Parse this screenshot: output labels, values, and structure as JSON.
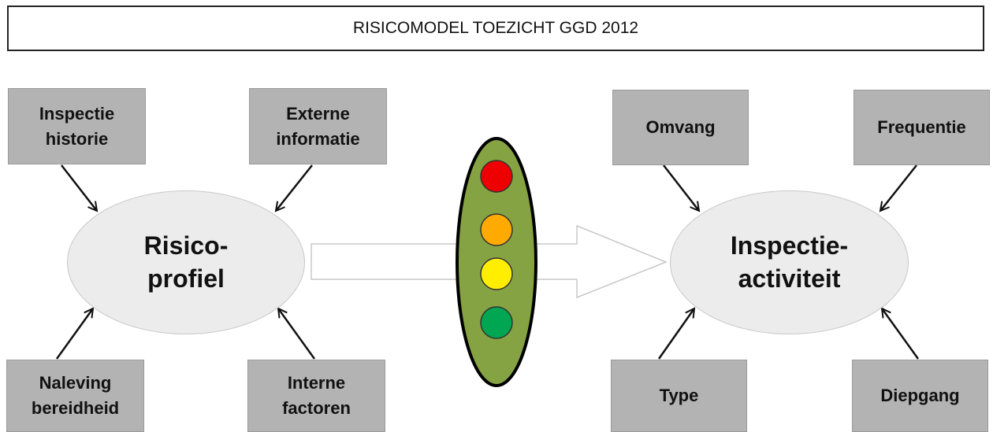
{
  "title": "RISICOMODEL TOEZICHT GGD 2012",
  "left_center": {
    "line1": "Risico-",
    "line2": "profiel"
  },
  "right_center": {
    "line1": "Inspectie-",
    "line2": "activiteit"
  },
  "left_factors": {
    "top_left": {
      "line1": "Inspectie",
      "line2": "historie"
    },
    "top_right": {
      "line1": "Externe",
      "line2": "informatie"
    },
    "bottom_left": {
      "line1": "Naleving",
      "line2": "bereidheid"
    },
    "bottom_right": {
      "line1": "Interne",
      "line2": "factoren"
    }
  },
  "right_factors": {
    "top_left": "Omvang",
    "top_right": "Frequentie",
    "bottom_left": "Type",
    "bottom_right": "Diepgang"
  },
  "traffic_light": {
    "colors": {
      "red": "#ee0000",
      "orange": "#ffaa00",
      "yellow": "#ffee00",
      "green": "#00a651",
      "body": "#86a344"
    }
  }
}
